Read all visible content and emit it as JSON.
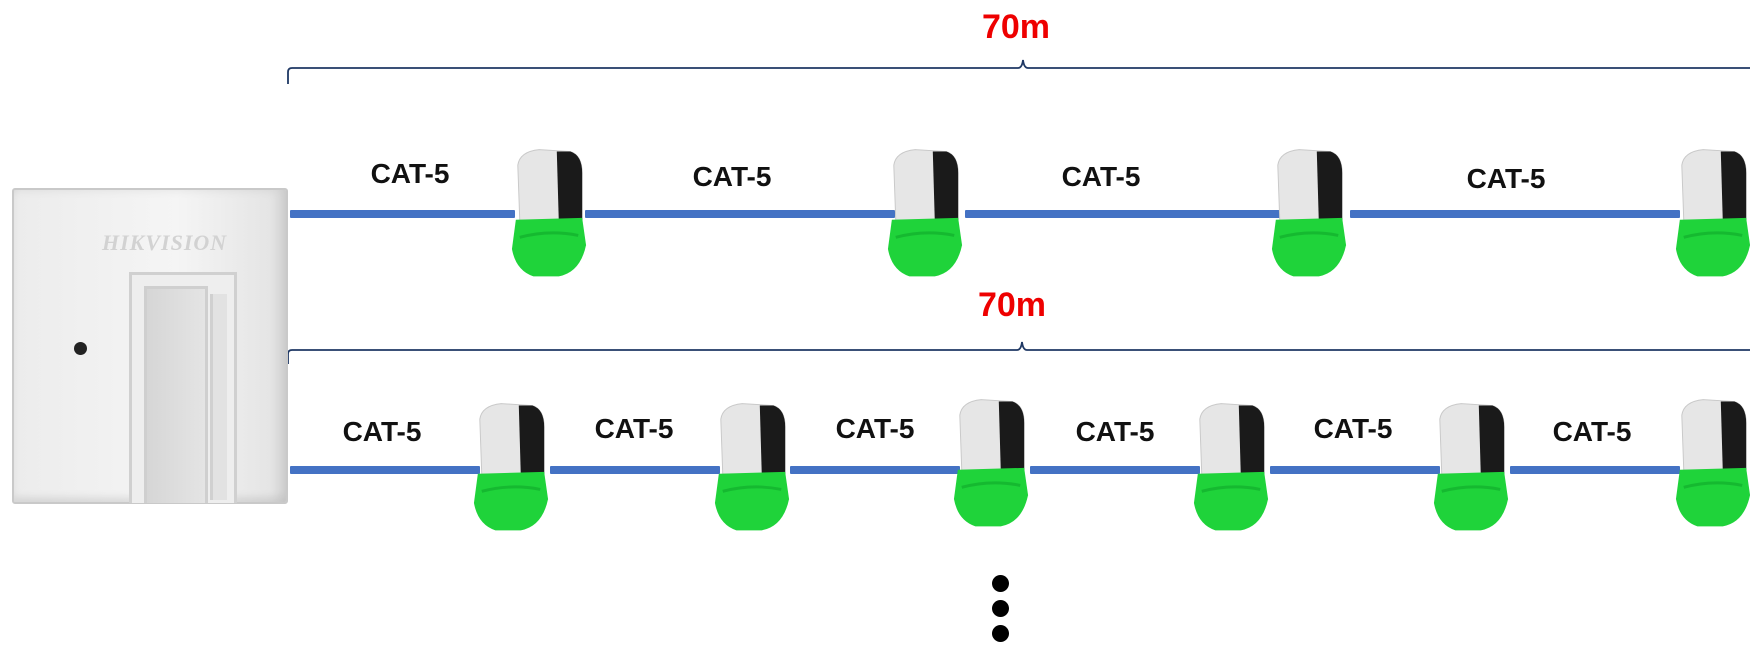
{
  "diagram": {
    "distance_labels": [
      "70m",
      "70m"
    ],
    "brand": "HIKVISION",
    "row1": {
      "cable_labels": [
        "CAT-5",
        "CAT-5",
        "CAT-5",
        "CAT-5"
      ]
    },
    "row2": {
      "cable_labels": [
        "CAT-5",
        "CAT-5",
        "CAT-5",
        "CAT-5",
        "CAT-5",
        "CAT-5"
      ]
    },
    "continuation": "⋮",
    "colors": {
      "cable": "#4472c4",
      "distance_text": "#ee0000",
      "bracket": "#1f3864",
      "siren_light": "#1fd33a",
      "siren_body": "#e6e6e6",
      "siren_front": "#1a1a1a"
    },
    "icons": [
      "control-cabinet-icon",
      "siren-icon"
    ]
  }
}
